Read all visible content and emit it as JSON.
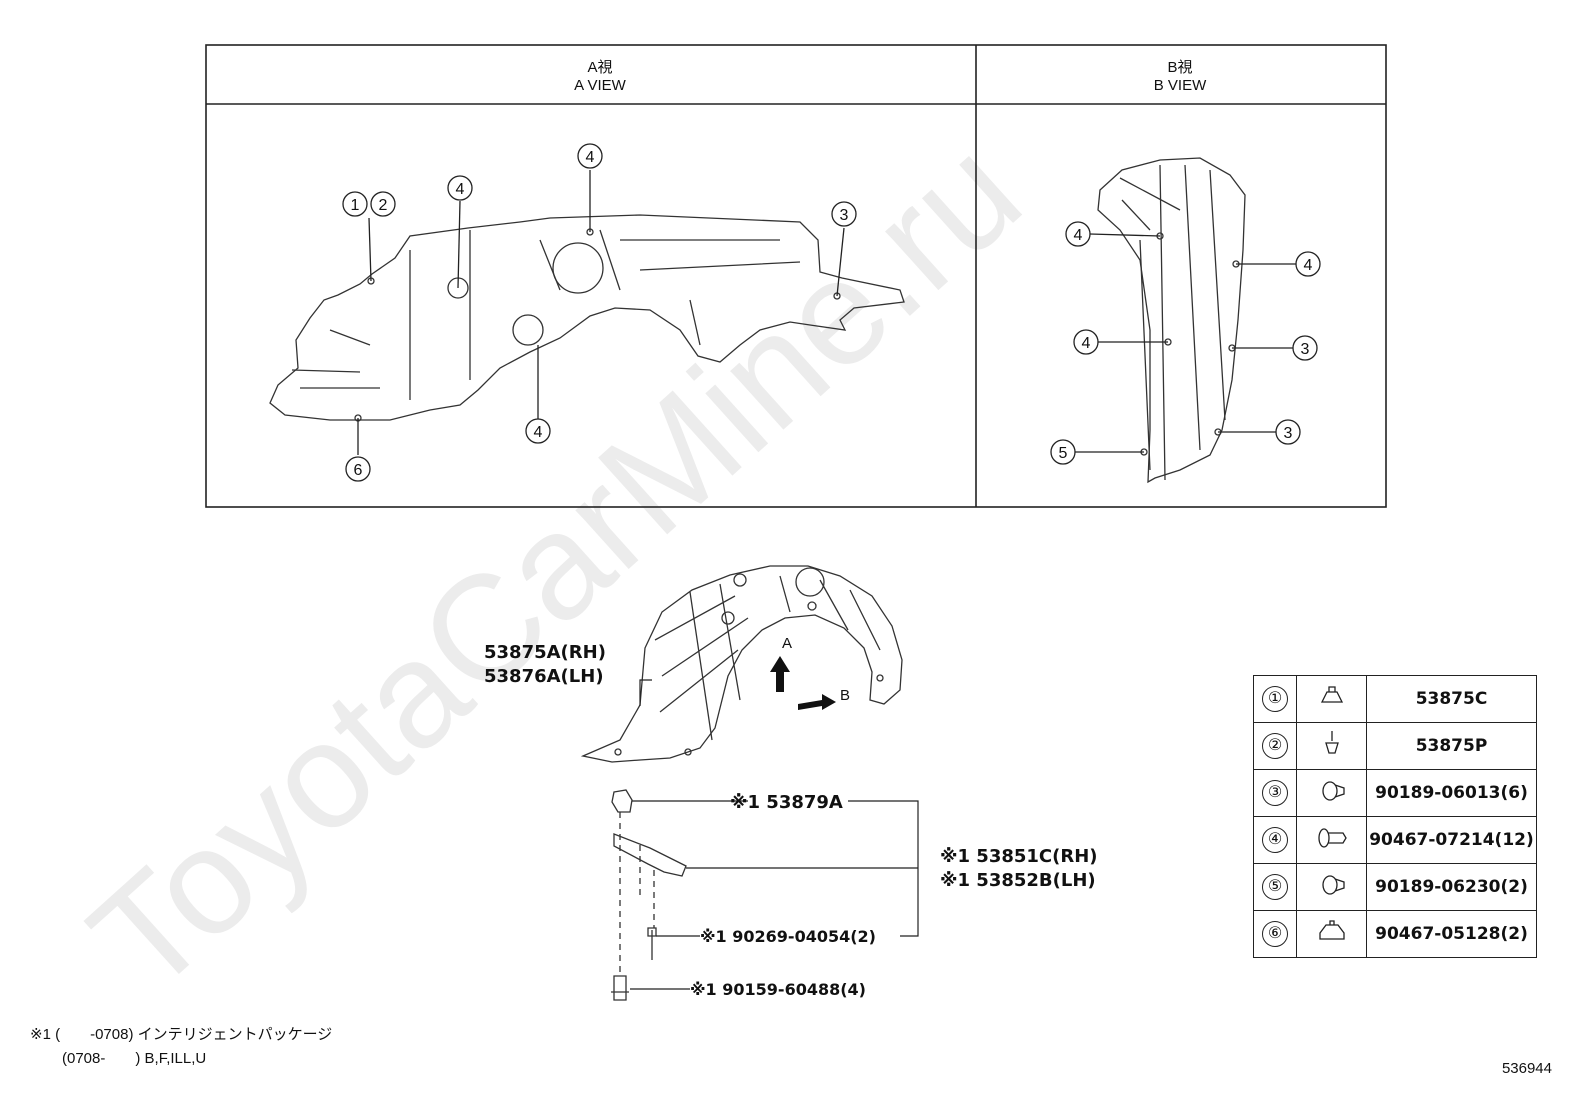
{
  "views": {
    "a": {
      "jp": "A視",
      "en": "A VIEW"
    },
    "b": {
      "jp": "B視",
      "en": "B VIEW"
    }
  },
  "a_view_callouts": [
    "①②",
    "4",
    "4",
    "4",
    "3",
    "6"
  ],
  "b_view_callouts": [
    "4",
    "4",
    "4",
    "3",
    "3",
    "5"
  ],
  "main_parts": {
    "liner_rh": "53875A(RH)",
    "liner_lh": "53876A(LH)",
    "bracket": "※1 53879A",
    "seal_rh": "※1 53851C(RH)",
    "seal_lh": "※1 53852B(LH)",
    "screw": "※1 90269-04054(2)",
    "bolt": "※1 90159-60488(4)",
    "arrow_a": "A",
    "arrow_b": "B"
  },
  "legend": [
    {
      "num": "①",
      "icon": "clip-nut-icon",
      "part": "53875C"
    },
    {
      "num": "②",
      "icon": "push-pin-icon",
      "part": "53875P"
    },
    {
      "num": "③",
      "icon": "grommet-icon",
      "part": "90189-06013(6)"
    },
    {
      "num": "④",
      "icon": "clip-icon",
      "part": "90467-07214(12)"
    },
    {
      "num": "⑤",
      "icon": "grommet-icon",
      "part": "90189-06230(2)"
    },
    {
      "num": "⑥",
      "icon": "bracket-clip-icon",
      "part": "90467-05128(2)"
    }
  ],
  "footnote": {
    "line1": "※1 (　　-0708) インテリジェントパッケージ",
    "line2": "(0708-　　) B,F,ILL,U"
  },
  "watermark": "ToyotaCarMine.ru",
  "figure_number": "536944"
}
